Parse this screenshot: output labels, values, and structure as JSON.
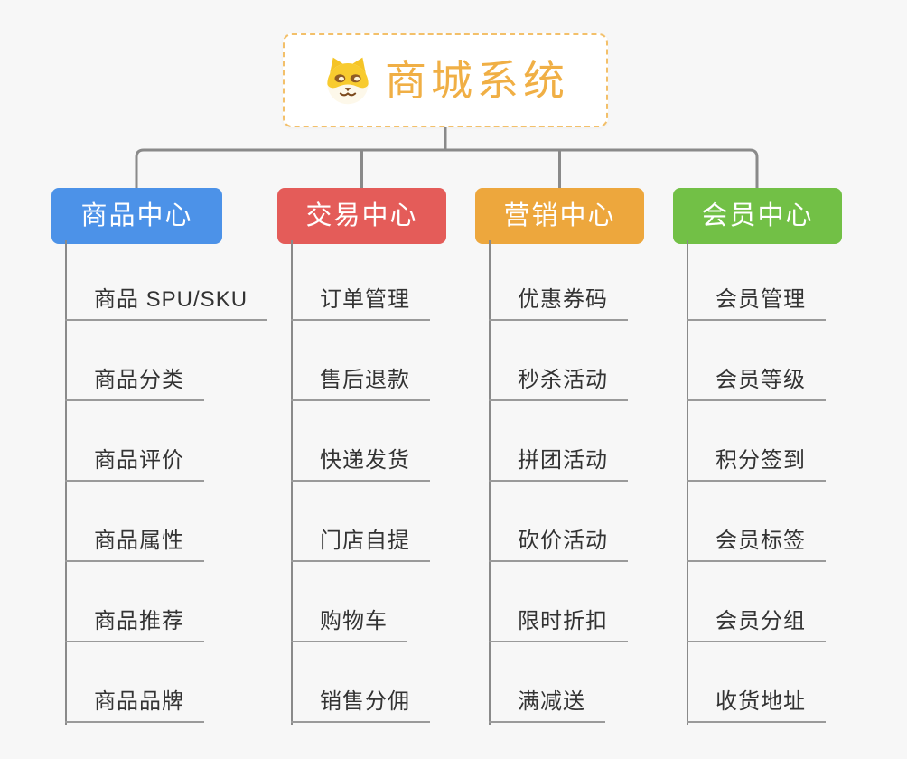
{
  "root": {
    "title": "商城系统",
    "icon": "dog-face-icon"
  },
  "branches": [
    {
      "label": "商品中心",
      "color": "#4C92E8",
      "children": [
        "商品 SPU/SKU",
        "商品分类",
        "商品评价",
        "商品属性",
        "商品推荐",
        "商品品牌"
      ]
    },
    {
      "label": "交易中心",
      "color": "#E45C59",
      "children": [
        "订单管理",
        "售后退款",
        "快递发货",
        "门店自提",
        "购物车",
        "销售分佣"
      ]
    },
    {
      "label": "营销中心",
      "color": "#EDA73D",
      "children": [
        "优惠券码",
        "秒杀活动",
        "拼团活动",
        "砍价活动",
        "限时折扣",
        "满减送"
      ]
    },
    {
      "label": "会员中心",
      "color": "#72C046",
      "children": [
        "会员管理",
        "会员等级",
        "积分签到",
        "会员标签",
        "会员分组",
        "收货地址"
      ]
    }
  ],
  "colors": {
    "background": "#F7F7F7",
    "connector": "#8A8A8A",
    "underline": "#9A9A9A",
    "child_text": "#333333",
    "root_accent": "#F0AF45",
    "root_border": "#F3C06A",
    "root_background": "#FFFFFF",
    "header_text": "#FFFFFF"
  }
}
